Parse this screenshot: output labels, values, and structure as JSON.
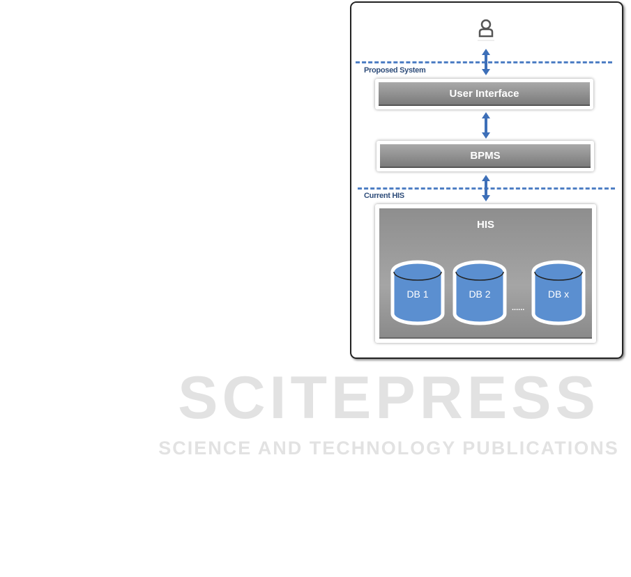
{
  "diagram": {
    "user_icon": "user-icon",
    "sections": {
      "proposed": "Proposed System",
      "current": "Current HIS"
    },
    "layers": {
      "ui": "User Interface",
      "bpms": "BPMS",
      "his": "HIS"
    },
    "databases": [
      "DB 1",
      "DB 2",
      "DB x"
    ],
    "ellipsis": "......",
    "colors": {
      "accent": "#4f7fc4",
      "db": "#5b8fd0",
      "box": "#8c8c8c"
    }
  },
  "watermark": {
    "title": "SCITEPRESS",
    "subtitle": "SCIENCE AND TECHNOLOGY PUBLICATIONS"
  }
}
